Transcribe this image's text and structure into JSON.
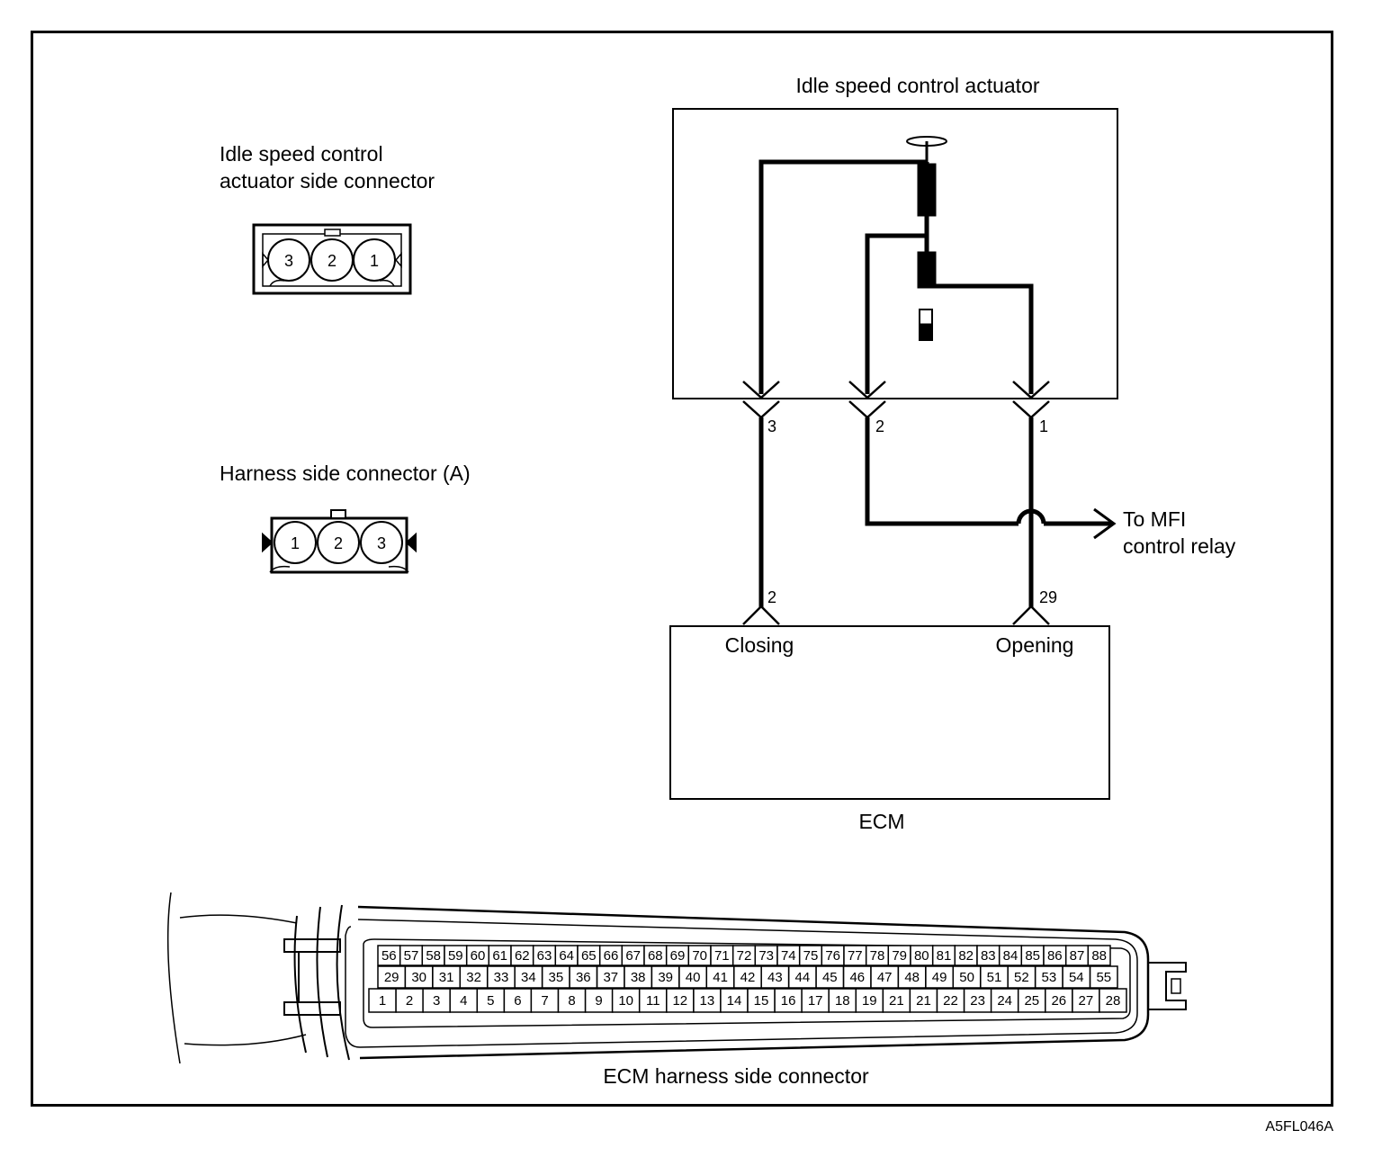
{
  "labels": {
    "actuator_title": "Idle speed control actuator",
    "actuator_side_connector_line1": "Idle speed control",
    "actuator_side_connector_line2": "actuator side connector",
    "harness_side_connector": "Harness side connector (A)",
    "to_mfi_line1": "To MFI",
    "to_mfi_line2": "control relay",
    "closing": "Closing",
    "opening": "Opening",
    "ecm": "ECM",
    "ecm_harness_connector": "ECM harness side connector",
    "figure_id": "A5FL046A"
  },
  "actuator_connector_pins": [
    "3",
    "2",
    "1"
  ],
  "harness_connector_pins": [
    "1",
    "2",
    "3"
  ],
  "actuator_terminals": [
    "3",
    "2",
    "1"
  ],
  "ecm_terminals": {
    "closing": "2",
    "opening": "29"
  },
  "ecm_connector_rows": {
    "top": [
      "56",
      "57",
      "58",
      "59",
      "60",
      "61",
      "62",
      "63",
      "64",
      "65",
      "66",
      "67",
      "68",
      "69",
      "70",
      "71",
      "72",
      "73",
      "74",
      "75",
      "76",
      "77",
      "78",
      "79",
      "80",
      "81",
      "82",
      "83",
      "84",
      "85",
      "86",
      "87",
      "88"
    ],
    "middle": [
      "29",
      "30",
      "31",
      "32",
      "33",
      "34",
      "35",
      "36",
      "37",
      "38",
      "39",
      "40",
      "41",
      "42",
      "43",
      "44",
      "45",
      "46",
      "47",
      "48",
      "49",
      "50",
      "51",
      "52",
      "53",
      "54",
      "55"
    ],
    "bottom": [
      "1",
      "2",
      "3",
      "4",
      "5",
      "6",
      "7",
      "8",
      "9",
      "10",
      "11",
      "12",
      "13",
      "14",
      "15",
      "16",
      "17",
      "18",
      "19",
      "21",
      "21",
      "22",
      "23",
      "24",
      "25",
      "26",
      "27",
      "28"
    ]
  }
}
